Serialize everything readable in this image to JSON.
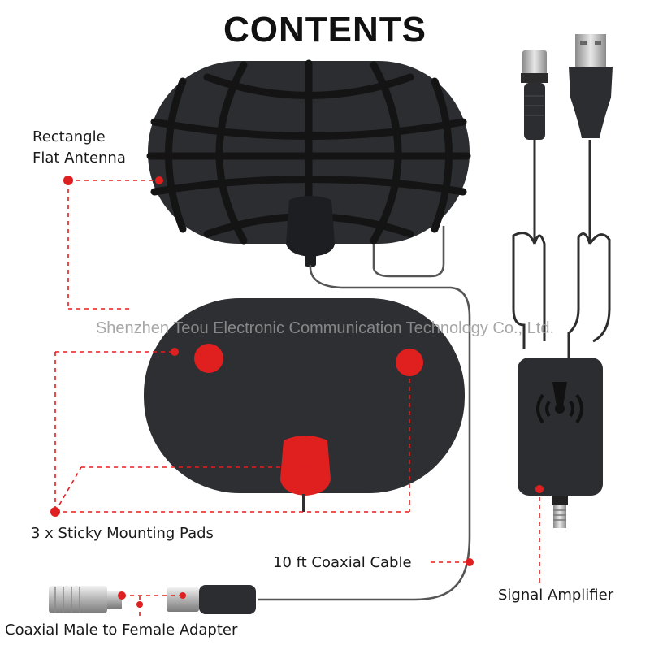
{
  "title": "CONTENTS",
  "watermark": "Shenzhen Teou Electronic Communication Technology Co., Ltd.",
  "labels": {
    "antenna_line1": "Rectangle",
    "antenna_line2": "Flat Antenna",
    "pads": "3 x Sticky Mounting Pads",
    "cable": "10 ft Coaxial Cable",
    "amplifier": "Signal Amplifier",
    "adapter": "Coaxial Male to Female Adapter"
  },
  "colors": {
    "accent_red": "#e02020",
    "product_black": "#2b2d31",
    "text": "#1a1a1a"
  },
  "icons": {
    "amplifier_symbol": "signal-broadcast-icon"
  }
}
